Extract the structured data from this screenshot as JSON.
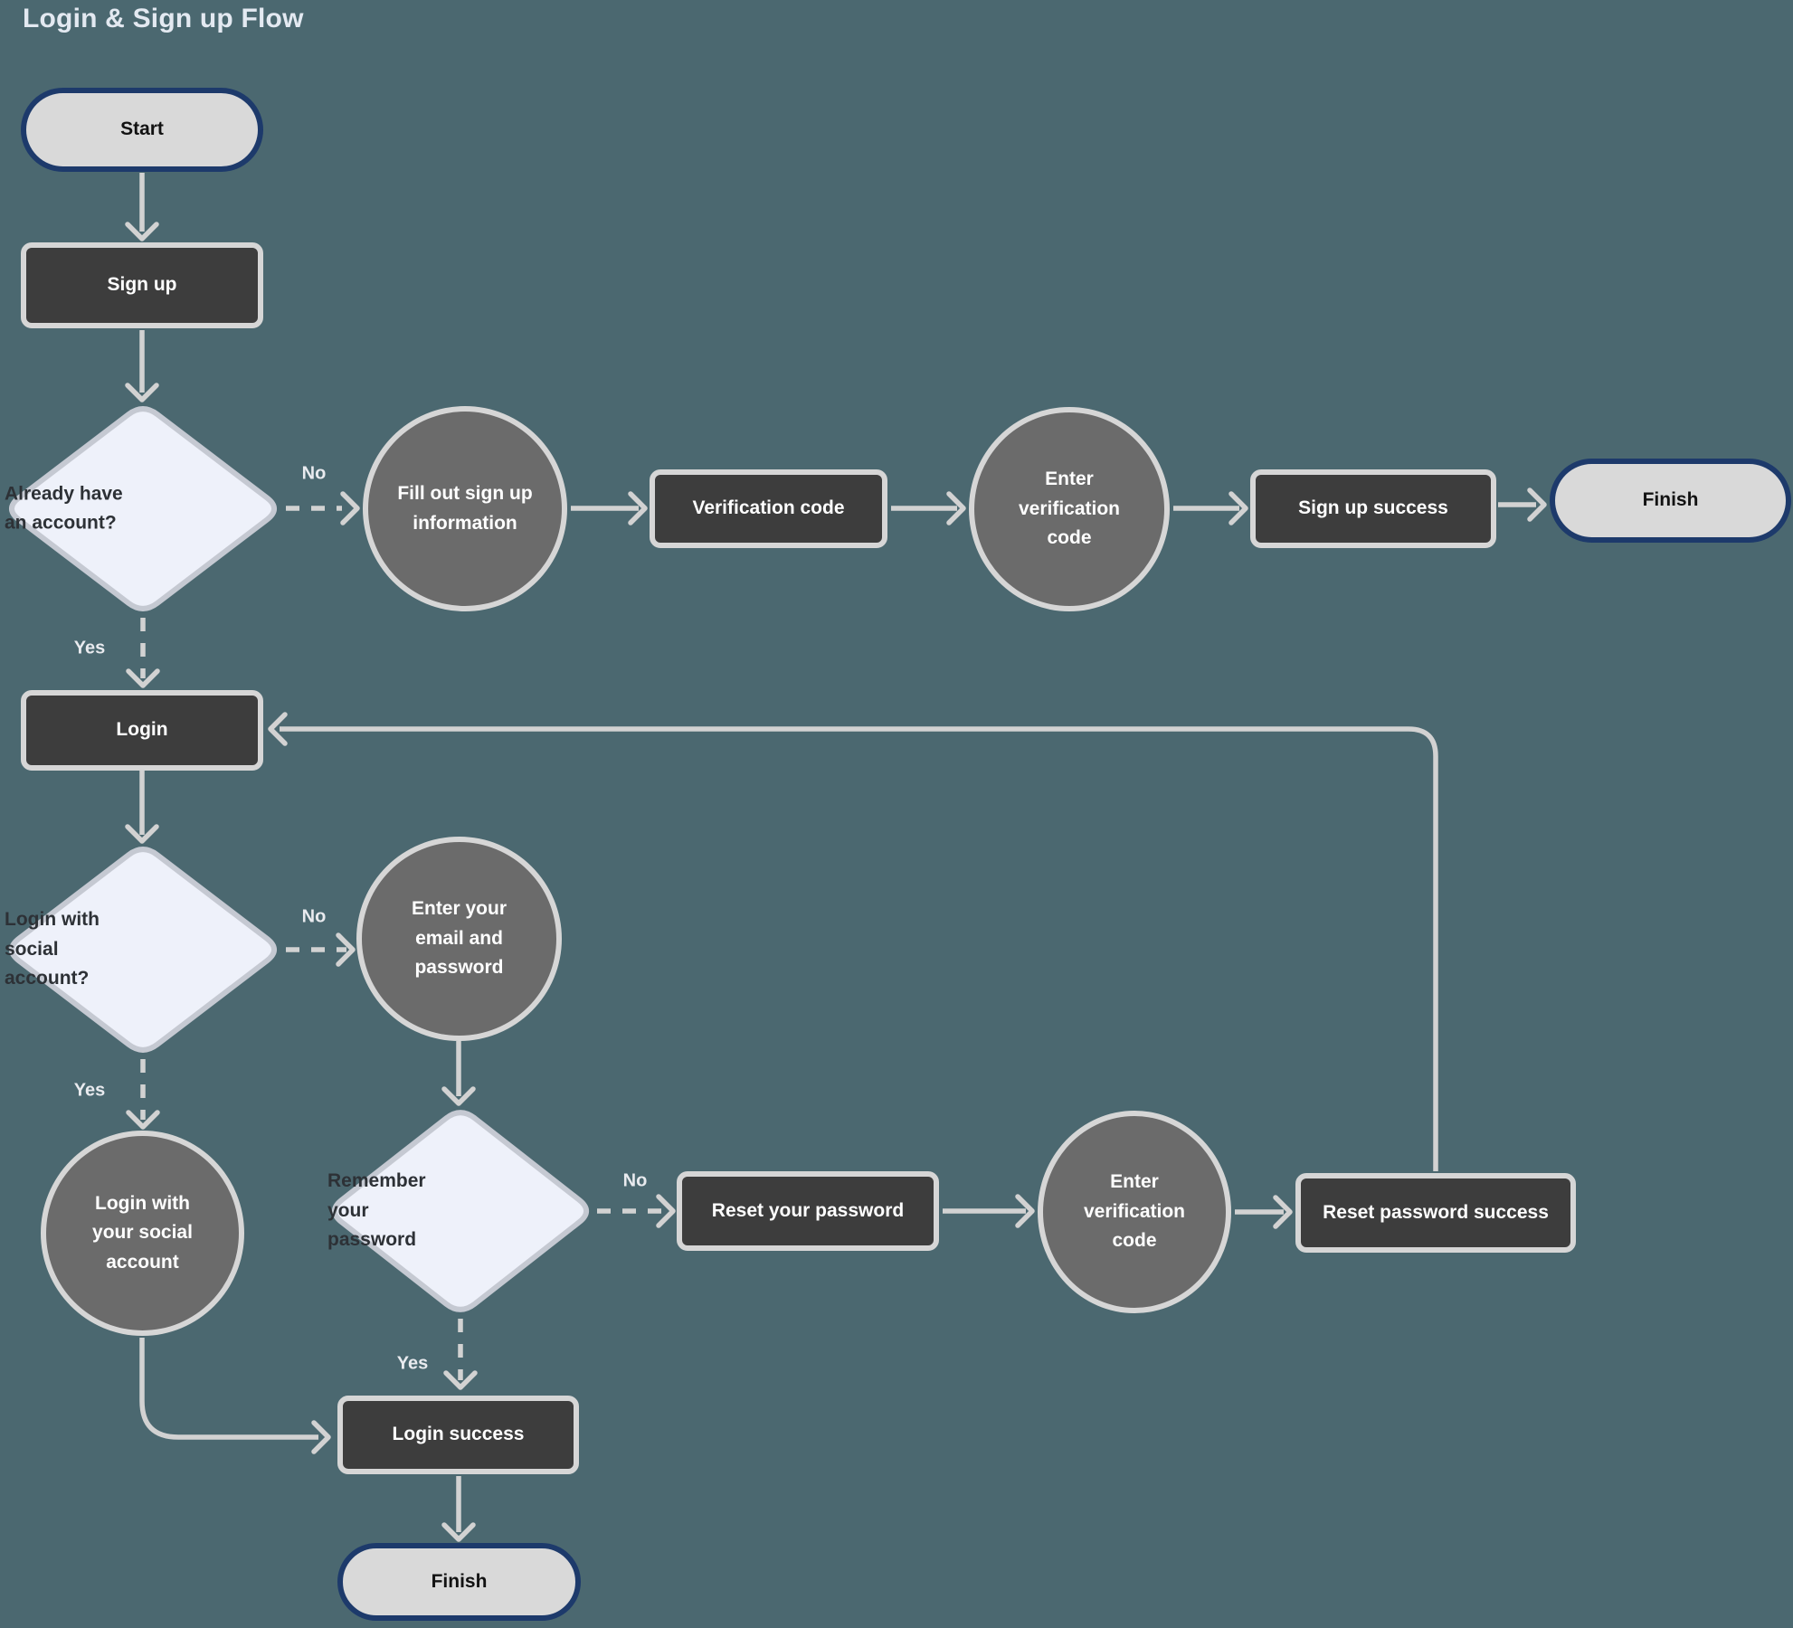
{
  "title": "Login & Sign up Flow",
  "palette": {
    "background": "#4B6870",
    "process_fill": "#3D3D3D",
    "process_border": "#D6D6D6",
    "circle_fill": "#6B6B6B",
    "decision_fill": "#EEF1FA",
    "decision_border": "#C5C9D2",
    "terminal_fill": "#D9D9D9",
    "terminal_border": "#1D3A6B",
    "connector": "#D2D2D2"
  },
  "nodes": {
    "start": {
      "label": "Start"
    },
    "sign_up": {
      "label": "Sign up"
    },
    "already_have_account": {
      "label": "Already have\nan account?"
    },
    "fill_out_sign_up_information": {
      "label": "Fill out sign up\ninformation"
    },
    "verification_code": {
      "label": "Verification code"
    },
    "enter_verification_code_signup": {
      "label": "Enter\nverification\ncode"
    },
    "sign_up_success": {
      "label": "Sign up success"
    },
    "finish_signup": {
      "label": "Finish"
    },
    "login": {
      "label": "Login"
    },
    "login_with_social_account_q": {
      "label": "Login with\nsocial\naccount?"
    },
    "enter_email_password": {
      "label": "Enter your\nemail and\npassword"
    },
    "login_with_your_social_account": {
      "label": "Login with\nyour social\naccount"
    },
    "remember_your_password": {
      "label": "Remember\nyour\npassword"
    },
    "reset_your_password": {
      "label": "Reset your password"
    },
    "enter_verification_code_reset": {
      "label": "Enter\nverification\ncode"
    },
    "reset_password_success": {
      "label": "Reset password success"
    },
    "login_success": {
      "label": "Login success"
    },
    "finish_login": {
      "label": "Finish"
    }
  },
  "edge_labels": {
    "signup_no": "No",
    "signup_yes": "Yes",
    "social_no": "No",
    "social_yes": "Yes",
    "remember_no": "No",
    "remember_yes": "Yes"
  }
}
